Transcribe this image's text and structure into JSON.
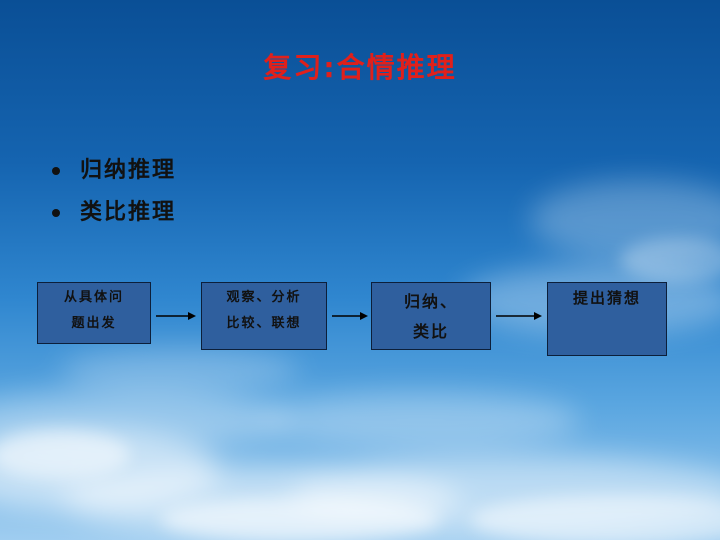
{
  "slide": {
    "title": "复习:合情推理",
    "bullets": [
      {
        "text": "归纳推理"
      },
      {
        "text": "类比推理"
      }
    ],
    "flow": [
      {
        "line1": "从具体问",
        "line2": "题出发"
      },
      {
        "line1": "观察、分析",
        "line2": "比较、联想"
      },
      {
        "line1": "归纳、",
        "line2": "类比"
      },
      {
        "line1": "提出猜想"
      }
    ]
  },
  "colors": {
    "title": "#e0201b",
    "box_fill": "#2f5f9e",
    "box_border": "#0c1f3a",
    "text": "#111111"
  }
}
